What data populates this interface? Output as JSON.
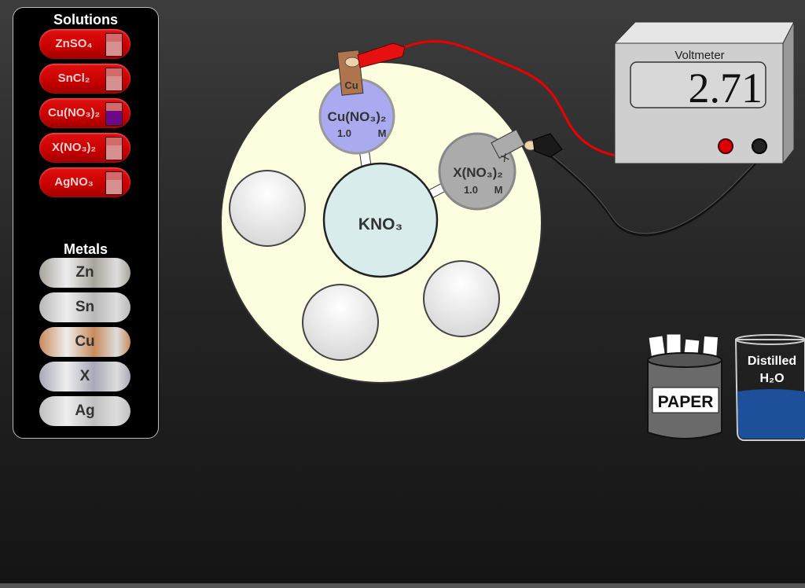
{
  "solutions_panel": {
    "title": "Solutions",
    "items": [
      {
        "label": "ZnSO₄",
        "beaker_color": "#d79090"
      },
      {
        "label": "SnCl₂",
        "beaker_color": "#d79090"
      },
      {
        "label": "Cu(NO₃)₂",
        "beaker_color": "#6a0a8a"
      },
      {
        "label": "X(NO₃)₂",
        "beaker_color": "#d79090"
      },
      {
        "label": "AgNO₃",
        "beaker_color": "#d79090"
      }
    ]
  },
  "metals_panel": {
    "title": "Metals",
    "items": [
      {
        "label": "Zn",
        "color": "#a8a49a"
      },
      {
        "label": "Sn",
        "color": "#b8b8b8"
      },
      {
        "label": "Cu",
        "color": "#c98a5a"
      },
      {
        "label": "X",
        "color": "#a8a8b8"
      },
      {
        "label": "Ag",
        "color": "#c0c0c0"
      }
    ]
  },
  "well_plate": {
    "left_well": {
      "solution": "Cu(NO₃)₂",
      "concentration": "1.0",
      "unit": "M",
      "electrode": "Cu",
      "color": "#aaaaf0"
    },
    "right_well": {
      "solution": "X(NO₃)₂",
      "concentration": "1.0",
      "unit": "M",
      "electrode": "X",
      "color": "#ababab"
    },
    "salt_bridge": {
      "label": "KNO₃",
      "color": "#d8ecec"
    }
  },
  "voltmeter": {
    "title": "Voltmeter",
    "reading": "2.71"
  },
  "paper_cup": {
    "label": "PAPER"
  },
  "water_beaker": {
    "label_line1": "Distilled",
    "label_line2": "H₂O",
    "water_color": "#1e4f9a"
  }
}
